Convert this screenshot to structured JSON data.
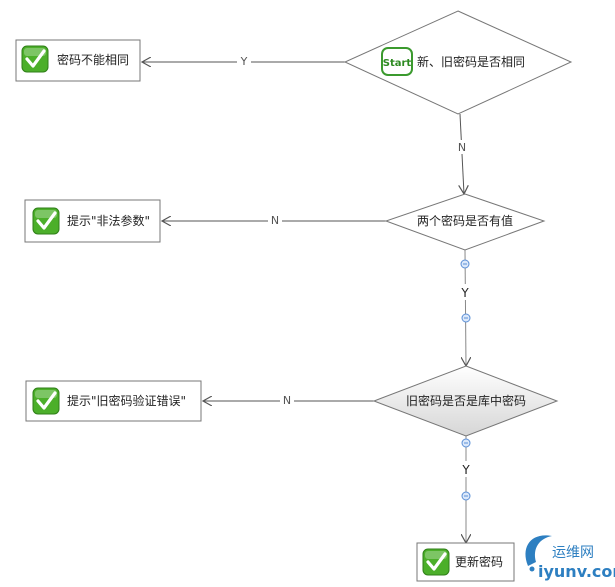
{
  "diagram": {
    "start_badge": "Start",
    "decisions": [
      {
        "text": "新、旧密码是否相同"
      },
      {
        "text": "两个密码是否有值"
      },
      {
        "text": "旧密码是否是库中密码"
      }
    ],
    "results": [
      {
        "text": "密码不能相同"
      },
      {
        "text": "提示\"非法参数\""
      },
      {
        "text": "提示\"旧密码验证错误\""
      },
      {
        "text": "更新密码"
      }
    ],
    "edge_labels": {
      "y1": "Y",
      "n1": "N",
      "n2": "N",
      "y2": "Y",
      "n3": "N",
      "y3": "Y"
    },
    "colors": {
      "check_green": "#4caf2a",
      "start_green": "#3b9a2e",
      "line_gray": "#555555",
      "connector_blue": "#5b8fd6",
      "watermark_blue": "#2d7fc1"
    },
    "watermark": {
      "top": "运维网",
      "bottom": "iyunv.com"
    }
  }
}
